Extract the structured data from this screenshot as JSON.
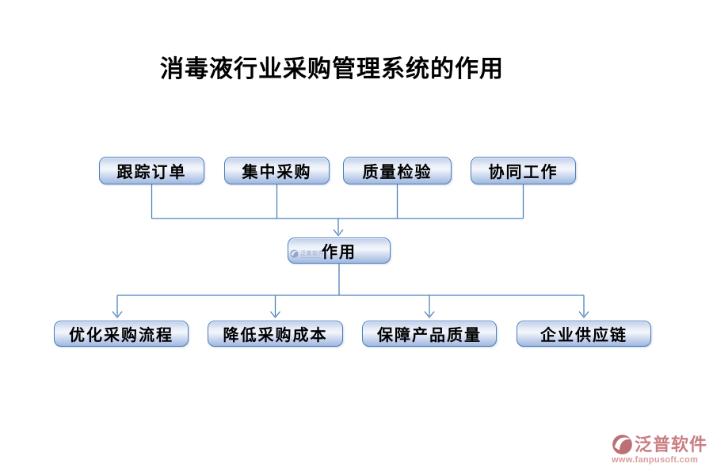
{
  "title": "消毒液行业采购管理系统的作用",
  "diagram": {
    "top_nodes": [
      {
        "label": "跟踪订单"
      },
      {
        "label": "集中采购"
      },
      {
        "label": "质量检验"
      },
      {
        "label": "协同工作"
      }
    ],
    "center_node": {
      "label": "作用"
    },
    "bottom_nodes": [
      {
        "label": "优化采购流程"
      },
      {
        "label": "降低采购成本"
      },
      {
        "label": "保障产品质量"
      },
      {
        "label": "企业供应链"
      }
    ]
  },
  "watermark": {
    "text": "泛普软件"
  },
  "brand": {
    "name": "泛普软件",
    "url": "www.fanpusoft.com"
  },
  "colors": {
    "connector_line": "#4f81bd",
    "node_border": "#4a7ebc",
    "node_fill_light": "#f3f6fb",
    "node_fill_dark": "#9fb8e0",
    "text": "#000000",
    "brand_rose": "#ca7e83",
    "brand_url_rose": "#da9c9c"
  }
}
